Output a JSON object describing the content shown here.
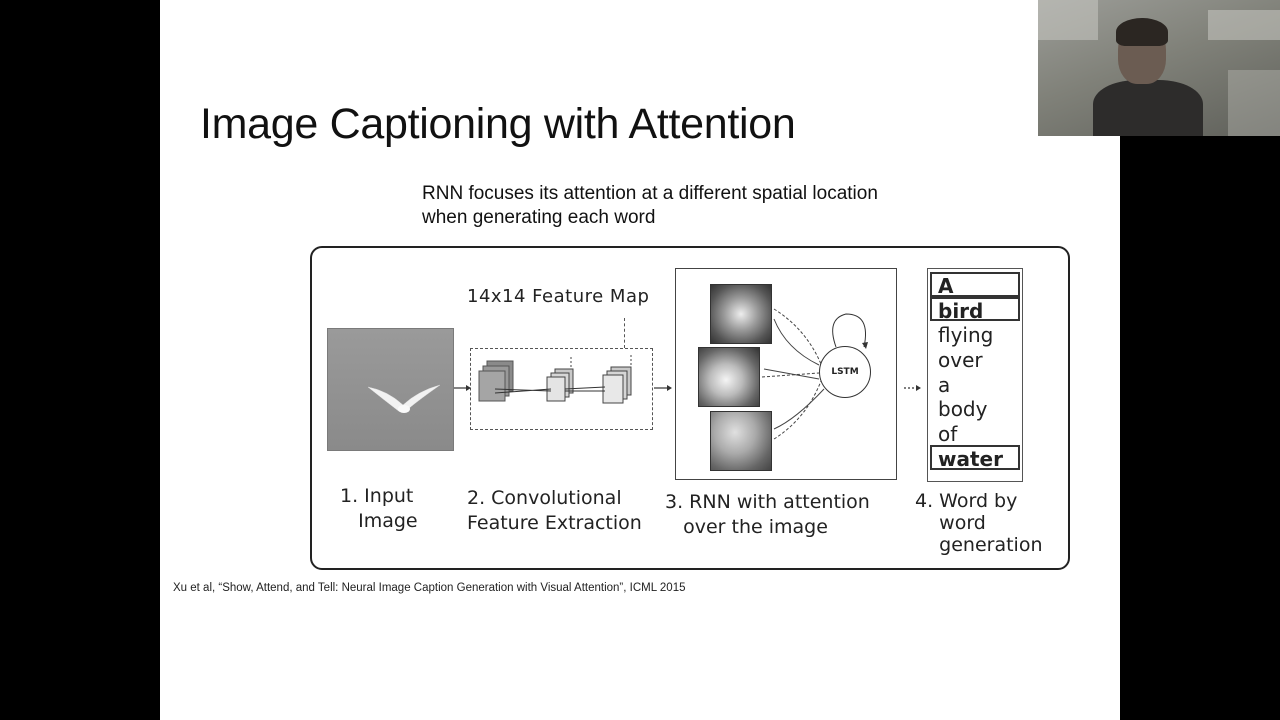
{
  "slide": {
    "title": "Image Captioning with Attention",
    "subtitle_line1": "RNN focuses its attention at a different spatial location",
    "subtitle_line2": "when generating each word",
    "citation": "Xu et al, “Show, Attend, and Tell: Neural Image Caption Generation with Visual Attention”, ICML 2015"
  },
  "figure": {
    "feature_map_label": "14x14 Feature Map",
    "lstm_label": "LSTM",
    "steps": [
      "1. Input\n   Image",
      "2. Convolutional\nFeature Extraction",
      "3. RNN with attention\n   over the image",
      "4. Word by\n    word\n    generation"
    ],
    "words": [
      {
        "text": "A",
        "highlighted": true
      },
      {
        "text": "bird",
        "highlighted": true
      },
      {
        "text": "flying",
        "highlighted": false
      },
      {
        "text": "over",
        "highlighted": false
      },
      {
        "text": "a",
        "highlighted": false
      },
      {
        "text": "body",
        "highlighted": false
      },
      {
        "text": "of",
        "highlighted": false
      },
      {
        "text": "water",
        "highlighted": true
      }
    ]
  },
  "webcam": {
    "description_icon": "presenter-video-icon"
  }
}
